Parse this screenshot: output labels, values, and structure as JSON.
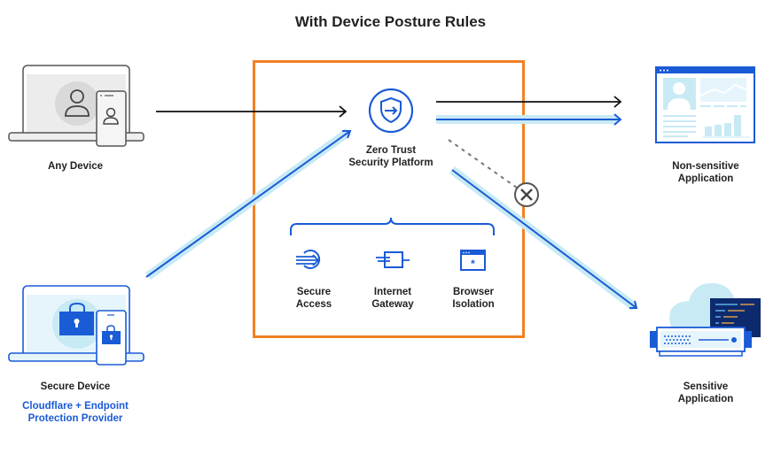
{
  "title": "With Device Posture Rules",
  "devices": {
    "any_device": {
      "label": "Any Device"
    },
    "secure_device": {
      "label": "Secure Device",
      "sublabel_line1": "Cloudflare + Endpoint",
      "sublabel_line2": "Protection Provider"
    }
  },
  "platform": {
    "label_line1": "Zero Trust",
    "label_line2": "Security Platform",
    "icon": "shield-arrow-icon",
    "services": [
      {
        "line1": "Secure",
        "line2": "Access",
        "icon": "secure-access-icon"
      },
      {
        "line1": "Internet",
        "line2": "Gateway",
        "icon": "internet-gateway-icon"
      },
      {
        "line1": "Browser",
        "line2": "Isolation",
        "icon": "browser-isolation-icon"
      }
    ]
  },
  "applications": {
    "non_sensitive": {
      "line1": "Non-sensitive",
      "line2": "Application"
    },
    "sensitive": {
      "line1": "Sensitive",
      "line2": "Application"
    }
  },
  "colors": {
    "orange": "#f08223",
    "blue": "#1a5bd6",
    "light_blue": "#c8eaf5",
    "gray": "#6a6a6a",
    "black": "#111111"
  }
}
